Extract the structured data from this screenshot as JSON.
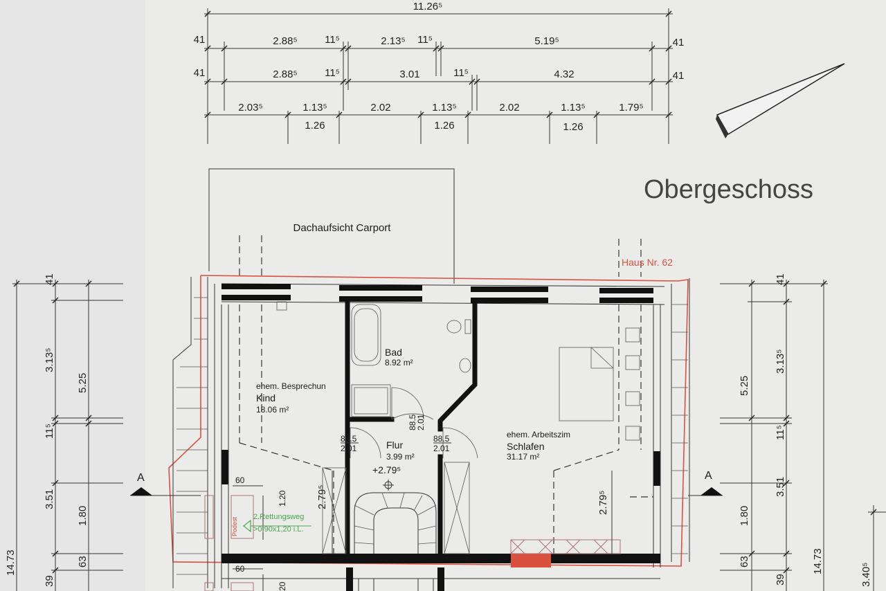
{
  "plan": {
    "title": "Obergeschoss",
    "carport_label": "Dachaufsicht Carport",
    "house_label": "Haus Nr. 62",
    "section_marker": "A"
  },
  "dims_top": {
    "total": "11.26⁵",
    "row1": [
      "41",
      "2.88⁵",
      "11⁵",
      "2.13⁵",
      "11⁵",
      "5.19⁵",
      "41"
    ],
    "row2": [
      "41",
      "2.88⁵",
      "11⁵",
      "3.01",
      "11⁵",
      "4.32",
      "41"
    ],
    "row3": [
      "2.03⁵",
      "1.13⁵",
      "2.02",
      "1.13⁵",
      "2.02",
      "1.13⁵",
      "1.79⁵"
    ],
    "row4": [
      "1.26",
      "1.26",
      "1.26"
    ]
  },
  "dims_left": [
    "14.73",
    "41",
    "3.13⁵",
    "5.25",
    "11⁵",
    "3.51",
    "1.80",
    "63",
    "39"
  ],
  "dims_right": [
    "41",
    "5.25",
    "3.13⁵",
    "11⁵",
    "3.51",
    "1.80",
    "63",
    "39",
    "14.73",
    "3.40⁵"
  ],
  "rooms": {
    "kind": {
      "old_name": "ehem. Besprechun",
      "name": "Kind",
      "area": "18.06 m²"
    },
    "bad": {
      "name": "Bad",
      "area": "8.92 m²"
    },
    "flur": {
      "name": "Flur",
      "area": "3.99 m²",
      "level": "+2.79⁵"
    },
    "schlafen": {
      "old_name": "ehem. Arbeitszim",
      "name": "Schlafen",
      "area": "31.17 m²"
    }
  },
  "doors": {
    "bad_door": [
      "88.5",
      "2.01"
    ],
    "left_door": [
      "88.5",
      "2.01"
    ],
    "right_door": [
      "88.5",
      "2.01"
    ]
  },
  "heights": [
    "2.79⁵",
    "2.79⁵"
  ],
  "window_dims": [
    "60",
    "1.20",
    "60",
    "20"
  ],
  "escape": {
    "label": "2.Rettungsweg",
    "size": ">0,90x1,20 i.L.",
    "podest": "Podest"
  },
  "colors": {
    "paper": "#ebebea",
    "line": "#111111",
    "red_outline": "#d9503f",
    "escape_green": "#4aa84a"
  }
}
